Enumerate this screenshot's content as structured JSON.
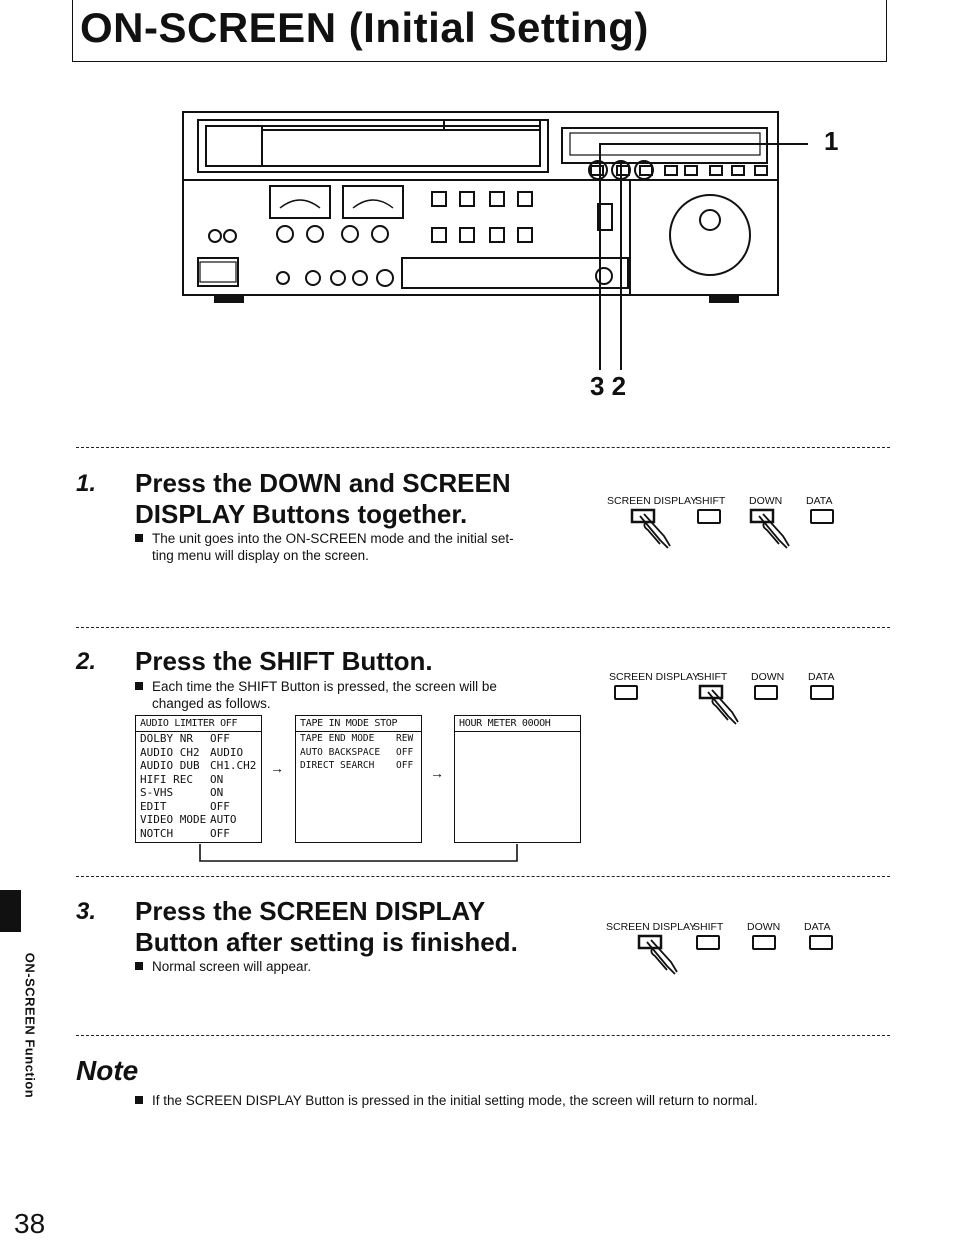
{
  "header": {
    "title": "ON-SCREEN (Initial Setting)"
  },
  "diagram": {
    "callouts": [
      "1",
      "3 2"
    ]
  },
  "steps": [
    {
      "number": "1.",
      "title_line1": "Press the DOWN and SCREEN",
      "title_line2": "DISPLAY Buttons together.",
      "bullet_line1": "The unit goes into the ON-SCREEN mode and the initial set-",
      "bullet_line2": "ting menu will display on the screen.",
      "buttons": [
        "SCREEN DISPLAY",
        "SHIFT",
        "DOWN",
        "DATA"
      ]
    },
    {
      "number": "2.",
      "title": "Press the SHIFT Button.",
      "bullet_line1": "Each time the SHIFT Button is pressed, the screen will be",
      "bullet_line2": "changed as follows.",
      "buttons": [
        "SCREEN DISPLAY",
        "SHIFT",
        "DOWN",
        "DATA"
      ],
      "menus": [
        {
          "header": "AUDIO LIMITER  OFF",
          "rows": [
            [
              "DOLBY NR",
              "OFF"
            ],
            [
              "AUDIO CH2",
              "AUDIO"
            ],
            [
              "AUDIO DUB",
              "CH1.CH2"
            ],
            [
              "HIFI REC",
              "ON"
            ],
            [
              "S-VHS",
              "ON"
            ],
            [
              "EDIT",
              "OFF"
            ],
            [
              "VIDEO MODE",
              "AUTO"
            ],
            [
              "NOTCH",
              "OFF"
            ]
          ]
        },
        {
          "header": "TAPE IN MODE      STOP",
          "rows": [
            [
              "TAPE END MODE",
              "REW"
            ],
            [
              "AUTO BACKSPACE",
              "OFF"
            ],
            [
              "DIRECT SEARCH",
              "OFF"
            ]
          ]
        },
        {
          "header": "HOUR METER      00OOH",
          "rows": []
        }
      ],
      "arrow": "→"
    },
    {
      "number": "3.",
      "title_line1": "Press the SCREEN DISPLAY",
      "title_line2": "Button after setting is finished.",
      "bullet_line1": "Normal screen will appear.",
      "buttons": [
        "SCREEN DISPLAY",
        "SHIFT",
        "DOWN",
        "DATA"
      ]
    }
  ],
  "note": {
    "title": "Note",
    "text": "If the SCREEN DISPLAY Button is pressed in the initial setting mode, the screen will return to normal."
  },
  "sidebar": {
    "label": "ON-SCREEN Function"
  },
  "footer": {
    "page_number": "38"
  }
}
